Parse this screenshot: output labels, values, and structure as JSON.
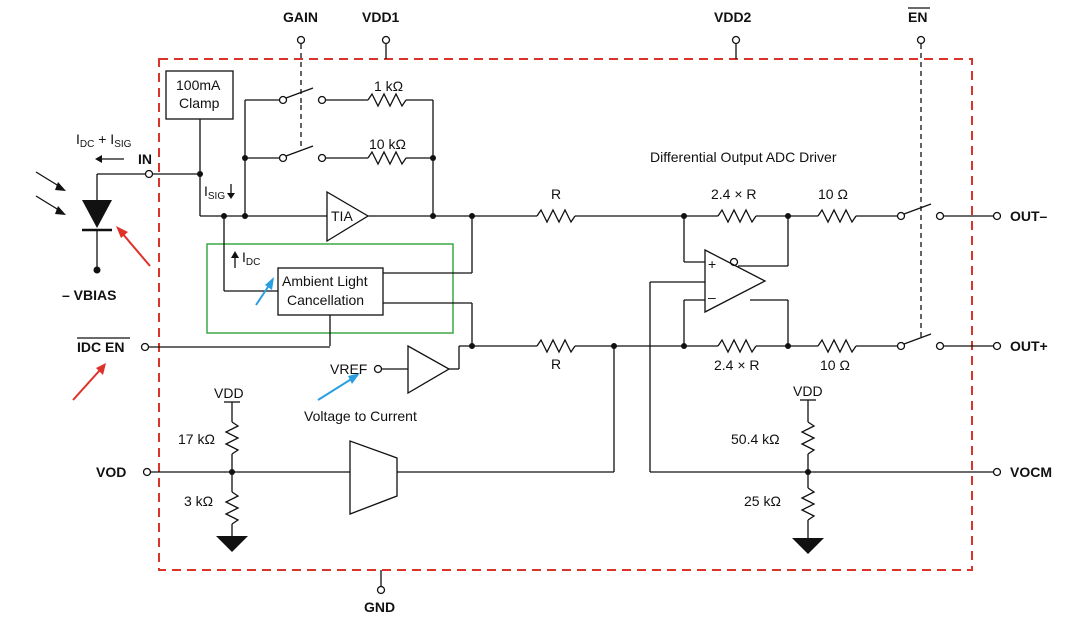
{
  "pins": {
    "gain": "GAIN",
    "vdd1": "VDD1",
    "vdd2": "VDD2",
    "en": "EN",
    "in": "IN",
    "vbias": "– VBIAS",
    "idc_en": "IDC EN",
    "vod": "VOD",
    "gnd": "GND",
    "out_minus": "OUT–",
    "out_plus": "OUT+",
    "vocm": "VOCM"
  },
  "blocks": {
    "clamp_line1": "100mA",
    "clamp_line2": "Clamp",
    "tia": "TIA",
    "alc_line1": "Ambient Light",
    "alc_line2": "Cancellation",
    "adc_driver_title": "Differential Output ADC Driver",
    "vref": "VREF",
    "v2i": "Voltage to Current"
  },
  "currents": {
    "idc_isig_a": "I",
    "idc_isig_a_sub": "DC",
    "idc_isig_plus": " + I",
    "idc_isig_b_sub": "SIG",
    "isig": "I",
    "isig_sub": "SIG",
    "idc": "I",
    "idc_sub": "DC"
  },
  "components": {
    "r_1k": "1 kΩ",
    "r_10k": "10 kΩ",
    "r_top": "R",
    "r_bot": "R",
    "r_24_top": "2.4 × R",
    "r_24_bot": "2.4 × R",
    "r_10_top": "10 Ω",
    "r_10_bot": "10 Ω",
    "vdd_left": "VDD",
    "r_17k": "17 kΩ",
    "r_3k": "3 kΩ",
    "vdd_right": "VDD",
    "r_504k": "50.4 kΩ",
    "r_25k": "25 kΩ",
    "opamp_plus": "+",
    "opamp_minus": "–"
  },
  "colors": {
    "border": "#d9342b",
    "alc_box": "#3aa845",
    "arrow_red": "#e0302a",
    "arrow_blue": "#2a9ee0"
  }
}
